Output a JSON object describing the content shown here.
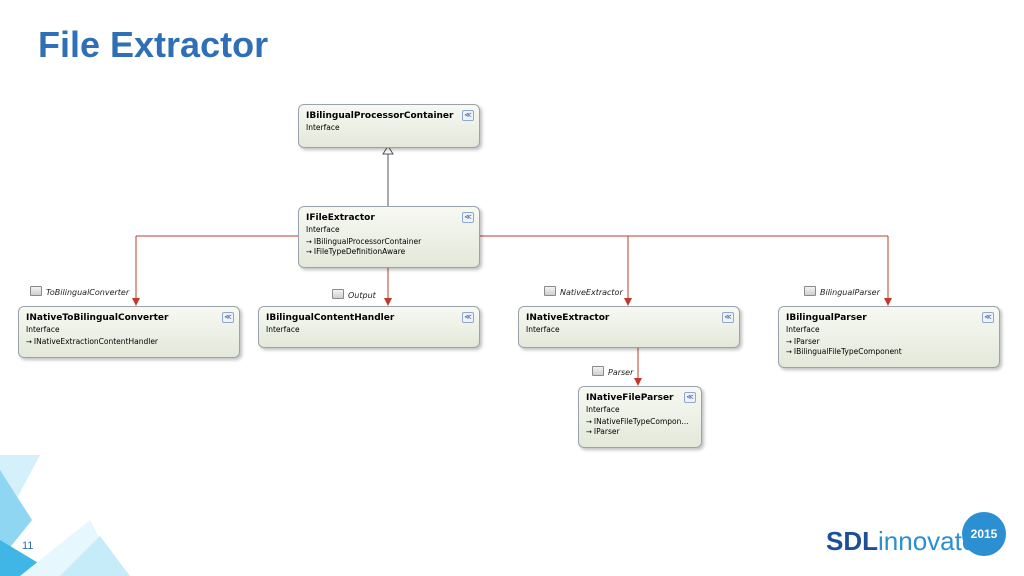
{
  "slide": {
    "title": "File Extractor",
    "page_number": "11",
    "logo": {
      "brand": "SDL",
      "product": "innovate",
      "year": "2015",
      "colors": {
        "brand": "#1c4f97",
        "accent": "#2b8fd1"
      }
    },
    "title_color": "#2e6fb5"
  },
  "diagram": {
    "collapse_icon": "double-chevron-down-icon",
    "boxes": {
      "container": {
        "name": "IBilingualProcessorContainer",
        "stereotype": "Interface",
        "members": []
      },
      "file_extractor": {
        "name": "IFileExtractor",
        "stereotype": "Interface",
        "members": [
          "IBilingualProcessorContainer",
          "IFileTypeDefinitionAware"
        ]
      },
      "native_to_bilingual": {
        "name": "INativeToBilingualConverter",
        "stereotype": "Interface",
        "members": [
          "INativeExtractionContentHandler"
        ]
      },
      "content_handler": {
        "name": "IBilingualContentHandler",
        "stereotype": "Interface",
        "members": []
      },
      "native_extractor": {
        "name": "INativeExtractor",
        "stereotype": "Interface",
        "members": []
      },
      "bilingual_parser": {
        "name": "IBilingualParser",
        "stereotype": "Interface",
        "members": [
          "IParser",
          "IBilingualFileTypeComponent"
        ]
      },
      "native_file_parser": {
        "name": "INativeFileParser",
        "stereotype": "Interface",
        "members": [
          "INativeFileTypeCompon...",
          "IParser"
        ]
      }
    },
    "associations": {
      "to_bilingual_converter": "ToBilingualConverter",
      "output": "Output",
      "native_extractor": "NativeExtractor",
      "bilingual_parser": "BilingualParser",
      "parser": "Parser"
    },
    "connector_color": "#c0392b"
  }
}
